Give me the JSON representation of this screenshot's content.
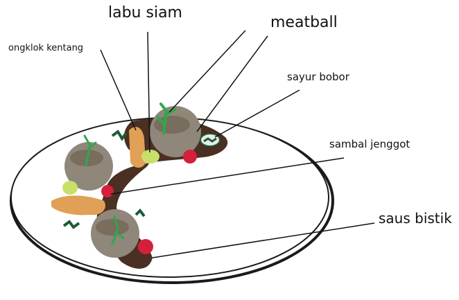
{
  "labels": {
    "labu_siam": "labu siam",
    "meatball": "meatball",
    "ongklok_kentang": "ongklok kentang",
    "sayur_bobor": "sayur bobor",
    "sambal_jenggot": "sambal jenggot",
    "saus_bistik": "saus bistik"
  },
  "colors": {
    "plate_rim": "#1a1a1a",
    "plate_fill": "#ffffff",
    "meatball": "#8f877a",
    "meatball_dark": "#6b5b4a",
    "sauce": "#4a2f22",
    "potato": "#e0a055",
    "chayote": "#c8e06a",
    "bobor_leaf": "#1f5a35",
    "sambal": "#d4203a",
    "garnish": "#2fa84a"
  }
}
